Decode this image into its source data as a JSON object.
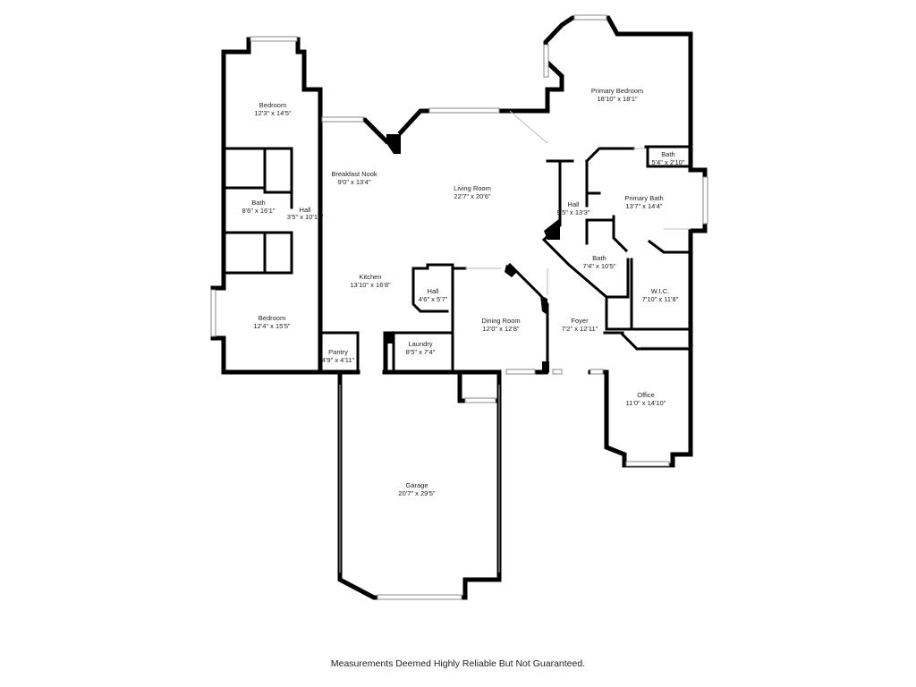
{
  "rooms": [
    {
      "name": "Bedroom",
      "dims": "12'3\" x 14'5\""
    },
    {
      "name": "Bath",
      "dims": "8'6\" x 16'1\""
    },
    {
      "name": "Hall",
      "dims": "3'5\" x 10'11\""
    },
    {
      "name": "Bedroom",
      "dims": "12'4\" x 15'5\""
    },
    {
      "name": "Breakfast Nook",
      "dims": "9'0\" x 13'4\""
    },
    {
      "name": "Kitchen",
      "dims": "13'10\" x 16'8\""
    },
    {
      "name": "Pantry",
      "dims": "4'9\" x 4'11\""
    },
    {
      "name": "Hall",
      "dims": "4'6\" x 5'7\""
    },
    {
      "name": "Laundry",
      "dims": "8'5\" x 7'4\""
    },
    {
      "name": "Living Room",
      "dims": "22'7\" x 20'6\""
    },
    {
      "name": "Dining Room",
      "dims": "12'0\" x 12'8\""
    },
    {
      "name": "Foyer",
      "dims": "7'2\" x 12'11\""
    },
    {
      "name": "Hall",
      "dims": "9'5\" x 13'3\""
    },
    {
      "name": "Bath",
      "dims": "7'4\" x 10'5\""
    },
    {
      "name": "Primary Bedroom",
      "dims": "18'10\" x 18'1\""
    },
    {
      "name": "Bath",
      "dims": "5'4\" x 2'10\""
    },
    {
      "name": "Primary Bath",
      "dims": "13'7\" x 14'4\""
    },
    {
      "name": "W.I.C.",
      "dims": "7'10\" x 11'8\""
    },
    {
      "name": "Office",
      "dims": "11'0\" x 14'10\""
    },
    {
      "name": "Garage",
      "dims": "20'7\" x 29'5\""
    }
  ],
  "disclaimer": "Measurements Deemed Highly Reliable But Not Guaranteed."
}
